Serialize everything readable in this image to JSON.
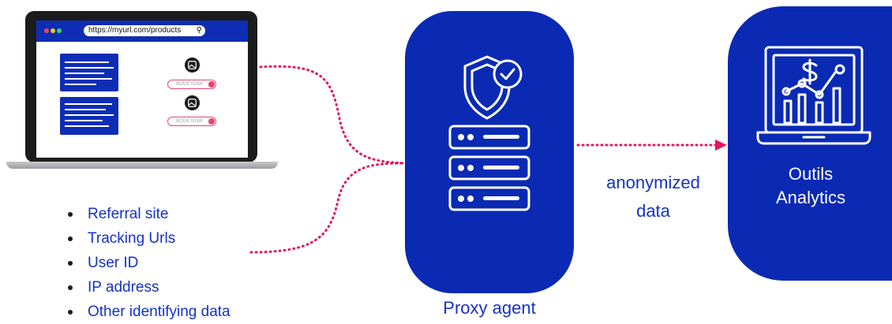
{
  "browser": {
    "url": "https://myurl.com/products",
    "book_button_label": "BOOK NOW"
  },
  "collected_attributes": [
    "Referral site",
    "Tracking Urls",
    "User ID",
    "IP address",
    "Other identifying data"
  ],
  "proxy": {
    "label": "Proxy agent"
  },
  "flow": {
    "line1": "anonymized",
    "line2": "data"
  },
  "analytics": {
    "line1": "Outils",
    "line2": "Analytics"
  },
  "colors": {
    "brand_blue": "#0a2ab3",
    "connector_pink": "#e8145c",
    "text_blue": "#1433c4"
  }
}
